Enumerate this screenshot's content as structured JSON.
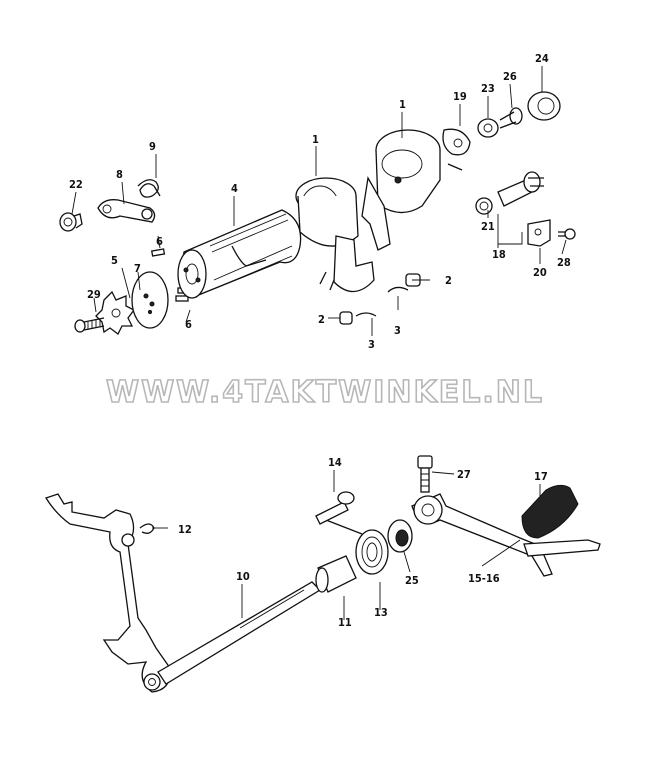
{
  "watermark": "WWW.4TAKTWINKEL.NL",
  "labels": {
    "p1a": "1",
    "p1b": "1",
    "p2a": "2",
    "p2b": "2",
    "p3a": "3",
    "p3b": "3",
    "p4": "4",
    "p5": "5",
    "p6a": "6",
    "p6b": "6",
    "p7": "7",
    "p8": "8",
    "p9": "9",
    "p10": "10",
    "p11": "11",
    "p12": "12",
    "p13": "13",
    "p14": "14",
    "p15_16": "15-16",
    "p17": "17",
    "p18": "18",
    "p19": "19",
    "p20": "20",
    "p21": "21",
    "p22": "22",
    "p23": "23",
    "p24": "24",
    "p25": "25",
    "p26": "26",
    "p27": "27",
    "p28": "28",
    "p29": "29"
  }
}
